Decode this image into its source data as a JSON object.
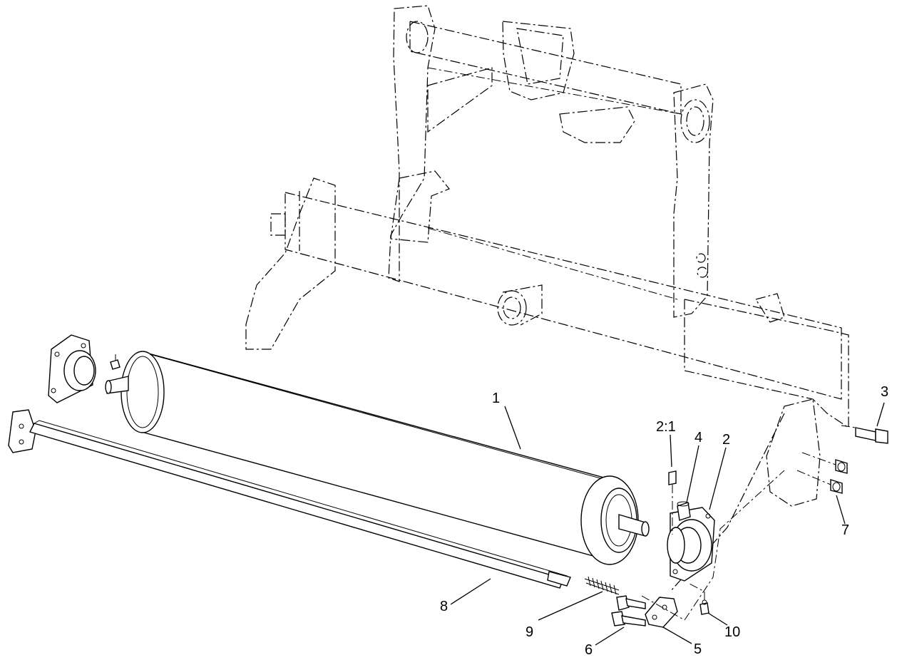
{
  "callouts": [
    {
      "id": "c1",
      "text": "1"
    },
    {
      "id": "c2",
      "text": "2"
    },
    {
      "id": "c21",
      "text": "2:1"
    },
    {
      "id": "c3",
      "text": "3"
    },
    {
      "id": "c4",
      "text": "4"
    },
    {
      "id": "c5",
      "text": "5"
    },
    {
      "id": "c6",
      "text": "6"
    },
    {
      "id": "c7",
      "text": "7"
    },
    {
      "id": "c8",
      "text": "8"
    },
    {
      "id": "c9",
      "text": "9"
    },
    {
      "id": "c10",
      "text": "10"
    }
  ]
}
